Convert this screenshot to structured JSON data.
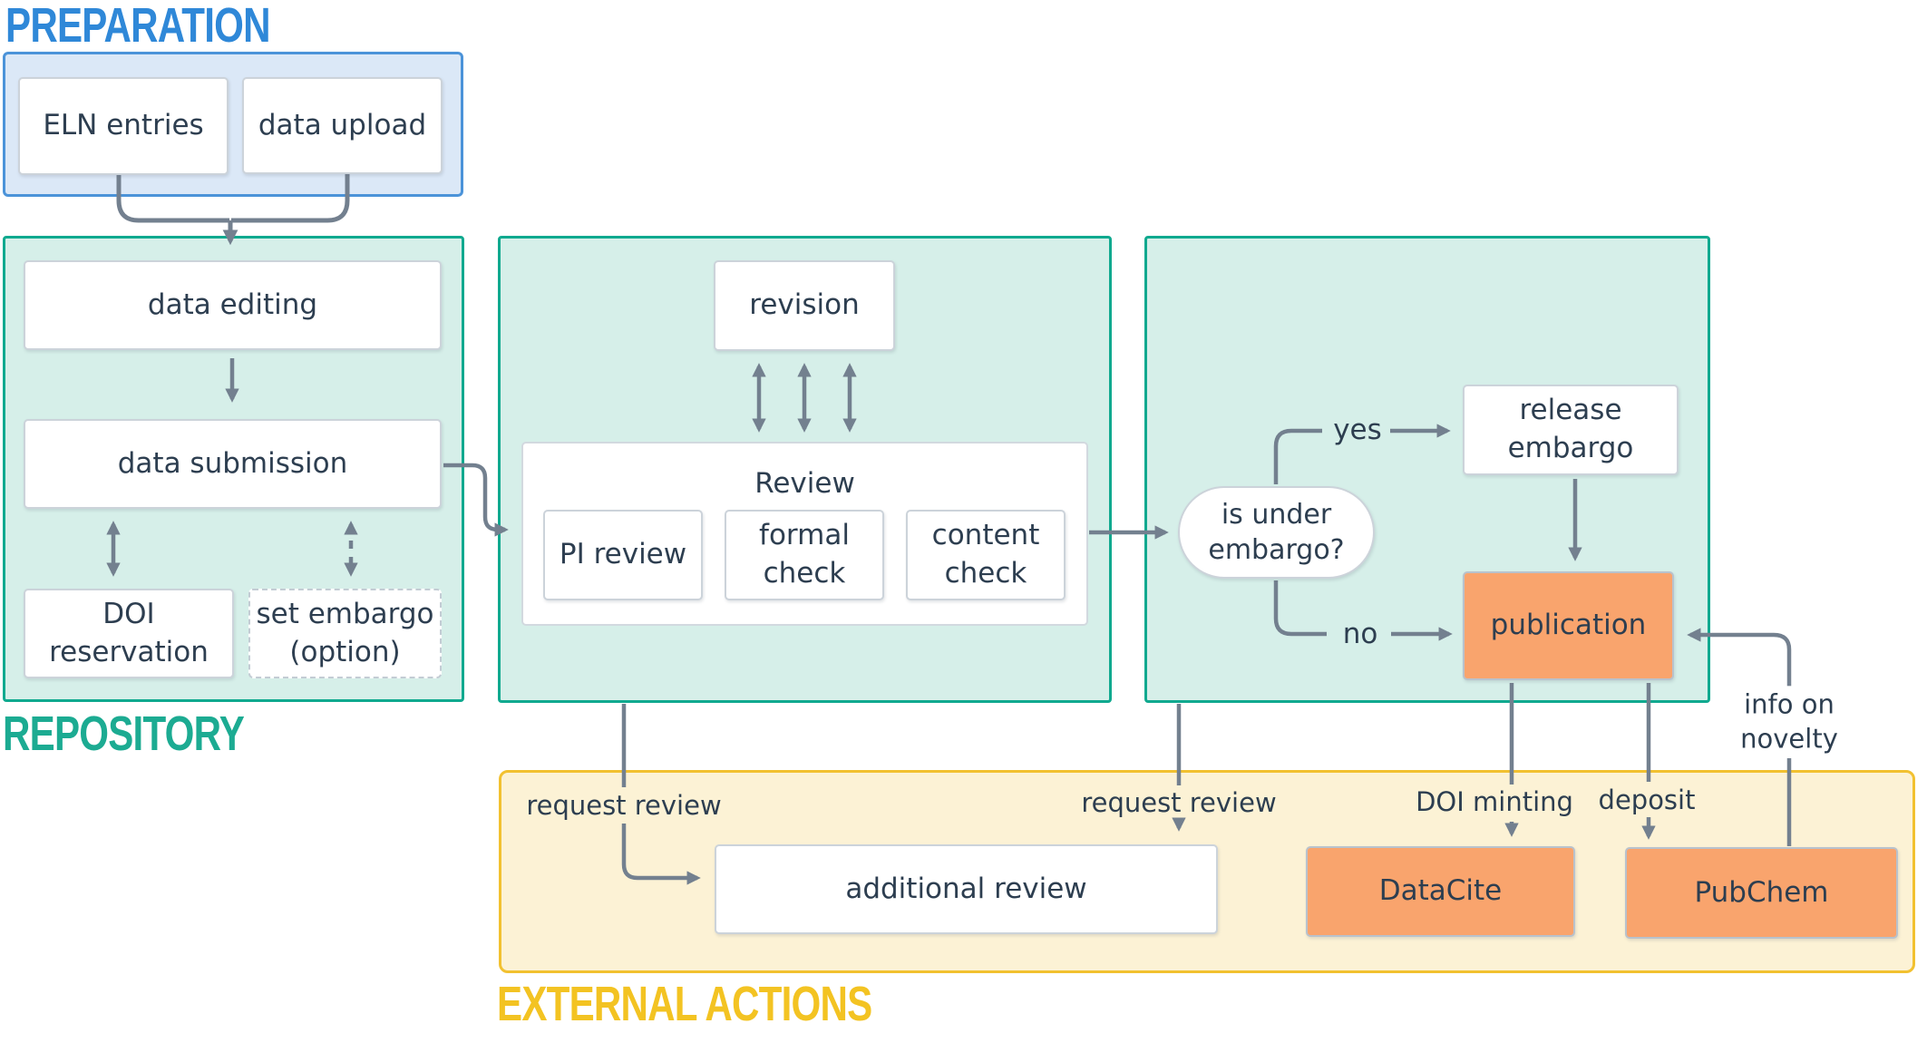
{
  "sections": {
    "preparation": {
      "title": "PREPARATION"
    },
    "repository": {
      "title": "REPOSITORY"
    },
    "external": {
      "title": "EXTERNAL ACTIONS"
    }
  },
  "nodes": {
    "eln_entries": "ELN entries",
    "data_upload": "data upload",
    "data_editing": "data editing",
    "data_submission": "data submission",
    "doi_reservation": "DOI reservation",
    "set_embargo": "set embargo (option)",
    "revision": "revision",
    "review_title": "Review",
    "pi_review": "PI review",
    "formal_check": "formal check",
    "content_check": "content check",
    "is_under_embargo": "is under embargo?",
    "release_embargo": "release embargo",
    "publication": "publication",
    "additional_review": "additional review",
    "datacite": "DataCite",
    "pubchem": "PubChem"
  },
  "edges": {
    "yes": "yes",
    "no": "no",
    "request_review_left": "request review",
    "request_review_right": "request review",
    "doi_minting": "DOI minting",
    "deposit": "deposit",
    "info_on_novelty": "info on novelty"
  },
  "colors": {
    "preparation_accent": "#2f88d8",
    "repository_accent": "#1cab92",
    "external_accent": "#f3c322",
    "panel_blue_bg": "#dbe8f7",
    "panel_teal_bg": "#d6efe9",
    "panel_gold_bg": "#fcf2d5",
    "node_orange": "#f9a46d",
    "arrow_gray": "#73808f",
    "text_dark": "#2d3e50"
  }
}
